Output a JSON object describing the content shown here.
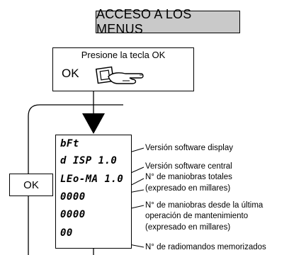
{
  "title": "ACCESO A LOS MENUS",
  "instruction": {
    "text": "Presione la tecla OK",
    "key_label": "OK",
    "icon": "finger-press-key-icon"
  },
  "side_button": "OK",
  "display_lines": [
    "bFt",
    "d ISP  1.0",
    "LEo-MA  1.0",
    "0000",
    "0000",
    "00"
  ],
  "descriptions": [
    "Versión software display",
    "Versión software central",
    "N° de maniobras totales",
    "(expresado en millares)",
    "N° de maniobras desde la última",
    "operación de mantenimiento",
    "(expresado en millares)",
    "N° de radiomandos memorizados"
  ]
}
